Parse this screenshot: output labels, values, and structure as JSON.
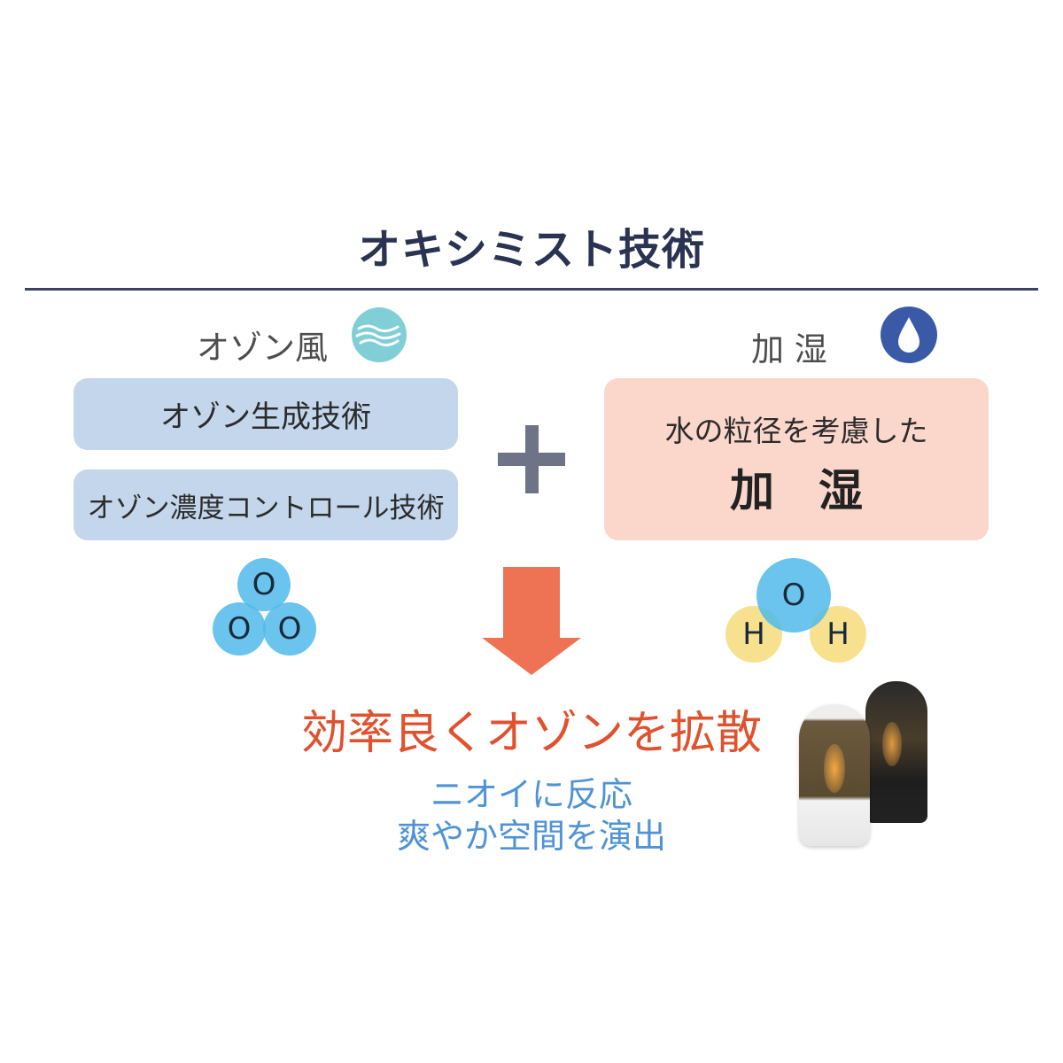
{
  "title": "オキシミスト技術",
  "left": {
    "label": "オゾン風",
    "icon": "wind-icon",
    "items": [
      "オゾン生成技術",
      "オゾン濃度コントロール技術"
    ],
    "molecule": [
      "O",
      "O",
      "O"
    ]
  },
  "operator": "+",
  "right": {
    "label": "加 湿",
    "icon": "water-drop-icon",
    "line1": "水の粒径を考慮した",
    "line2": "加　湿",
    "molecule": [
      "O",
      "H",
      "H"
    ]
  },
  "result": {
    "headline": "効率良くオゾンを拡散",
    "sub1": "ニオイに反応",
    "sub2": "爽やか空間を演出"
  },
  "colors": {
    "title": "#2b3352",
    "ozone": "#50baea",
    "hydrogen": "#f6de82",
    "arrow": "#ee7355",
    "headline": "#e0512e",
    "sub": "#4f93d6"
  }
}
